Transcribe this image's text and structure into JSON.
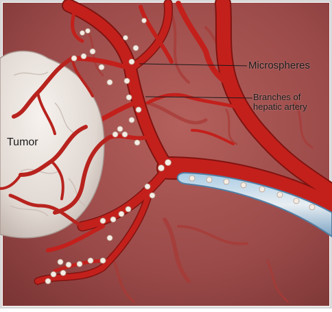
{
  "labels": {
    "tumor": "Tumor",
    "microspheres": "Microspheres",
    "branches": "Branches of hepatic artery"
  },
  "colors": {
    "background": "#9a4a49",
    "vessel": "#c3201c",
    "vessel_dark": "#8e1512",
    "tumor": "#e6e0dc",
    "catheter": "#86b0cf",
    "microsphere": "#f4ece4"
  }
}
